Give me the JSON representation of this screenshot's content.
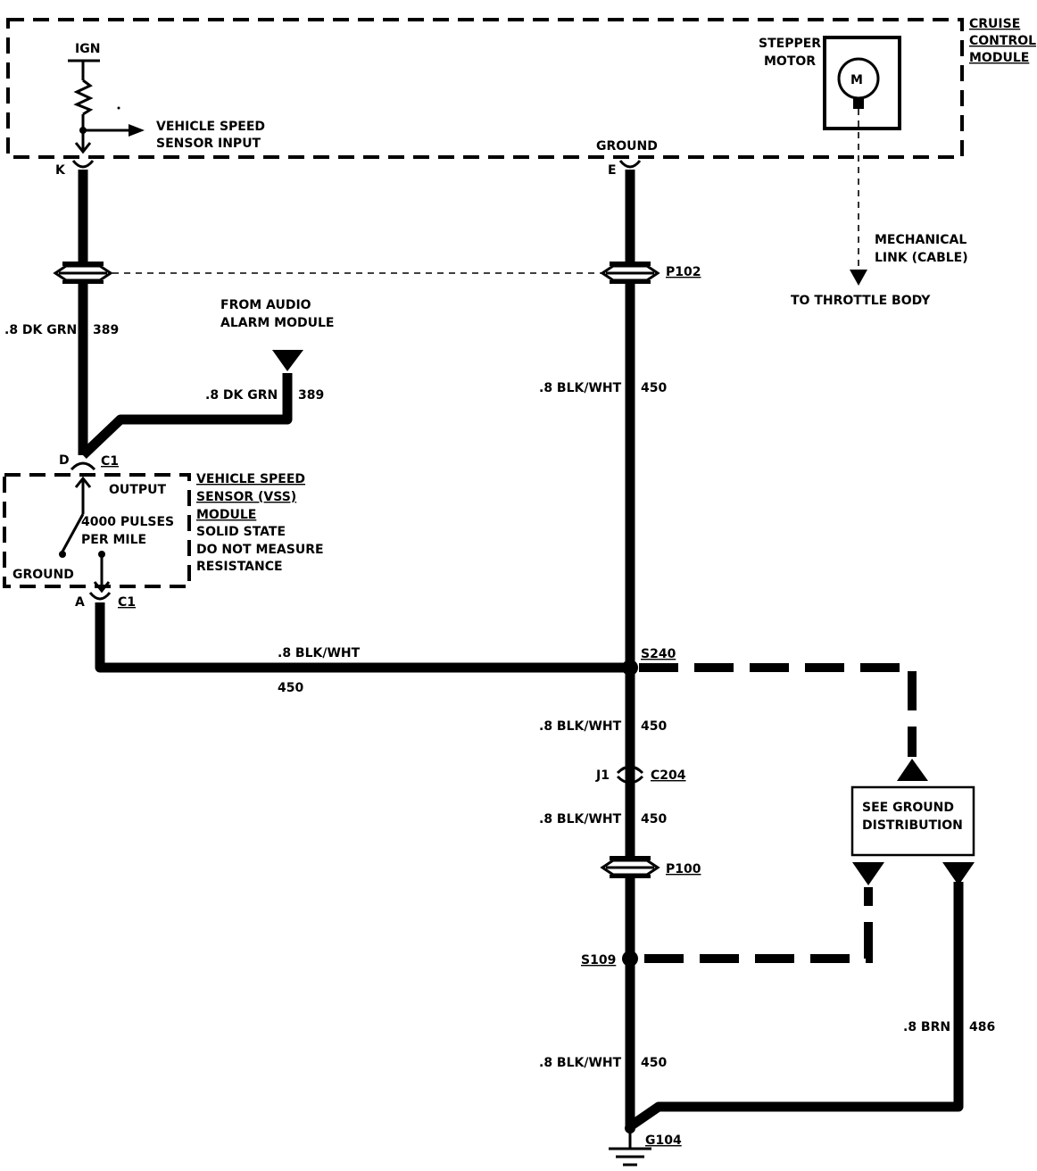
{
  "cruise_module": {
    "line1": "CRUISE",
    "line2": "CONTROL",
    "line3": "MODULE"
  },
  "stepper": {
    "line1": "STEPPER",
    "line2": "MOTOR",
    "symbol": "M"
  },
  "ign": "IGN",
  "vss_input": {
    "line1": "VEHICLE SPEED",
    "line2": "SENSOR INPUT"
  },
  "ground_label": "GROUND",
  "pins": {
    "k": "K",
    "e": "E",
    "d": "D",
    "a": "A",
    "j1": "J1"
  },
  "mech_link": {
    "line1": "MECHANICAL",
    "line2": "LINK (CABLE)",
    "to": "TO THROTTLE BODY"
  },
  "connectors": {
    "p102": "P102",
    "p100": "P100",
    "c204": "C204",
    "c1_top": "C1",
    "c1_bottom": "C1"
  },
  "splices": {
    "s240": "S240",
    "s109": "S109"
  },
  "ground_point": "G104",
  "audio": {
    "line1": "FROM AUDIO",
    "line2": "ALARM MODULE"
  },
  "wires": {
    "dk_grn_main": ".8 DK GRN",
    "dk_grn_main_num": "389",
    "dk_grn_branch": ".8 DK GRN",
    "dk_grn_branch_num": "389",
    "blk_wht_1": ".8 BLK/WHT",
    "blk_wht_1_num": "450",
    "blk_wht_horiz": ".8 BLK/WHT",
    "blk_wht_horiz_num": "450",
    "blk_wht_2": ".8 BLK/WHT",
    "blk_wht_2_num": "450",
    "blk_wht_3": ".8 BLK/WHT",
    "blk_wht_3_num": "450",
    "blk_wht_4": ".8 BLK/WHT",
    "blk_wht_4_num": "450",
    "brn": ".8 BRN",
    "brn_num": "486"
  },
  "vss_module": {
    "name1": "VEHICLE SPEED",
    "name2": "SENSOR (VSS)",
    "name3": "MODULE",
    "note1": "SOLID STATE",
    "note2": "DO NOT MEASURE",
    "note3": "RESISTANCE",
    "output": "OUTPUT",
    "pulses1": "4000 PULSES",
    "pulses2": "PER MILE",
    "ground": "GROUND"
  },
  "ground_dist": {
    "line1": "SEE GROUND",
    "line2": "DISTRIBUTION"
  }
}
